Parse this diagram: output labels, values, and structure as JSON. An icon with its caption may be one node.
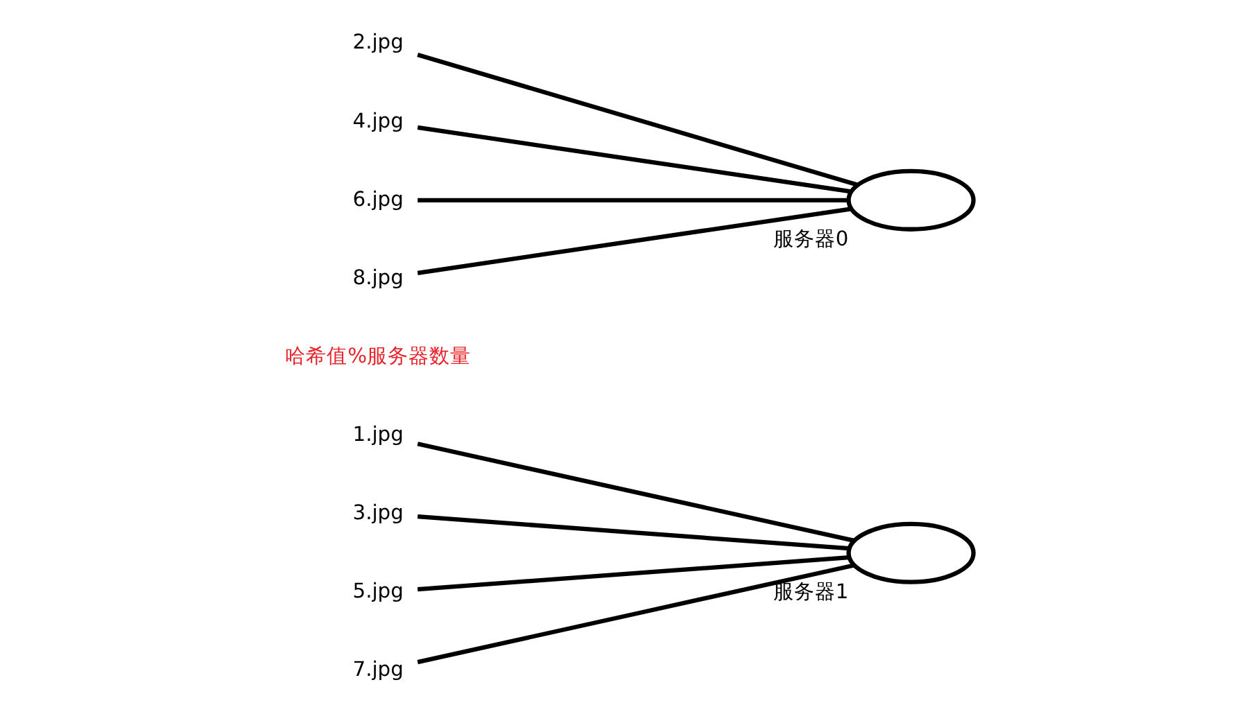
{
  "diagram": {
    "nodes": [
      {
        "text": [
          "1.jpg"
        ]
      },
      {
        "text": [
          "2.jpg"
        ]
      },
      {
        "text": [
          "3.jpg"
        ]
      },
      {
        "text": [
          "4.jpg"
        ]
      },
      {
        "text": [
          "5.jpg"
        ]
      },
      {
        "text": [
          "6.jpg"
        ]
      },
      {
        "text": [
          "7.jpg"
        ]
      },
      {
        "text": [
          "8.jpg"
        ]
      },
      {
        "text": [
          "服务器0"
        ]
      },
      {
        "text": [
          "服务器1"
        ]
      }
    ],
    "edges": [
      {
        "from": 0,
        "to": 9,
        "arrow": "none"
      },
      {
        "from": 1,
        "to": 8,
        "arrow": "none"
      },
      {
        "from": 2,
        "to": 9,
        "arrow": "none"
      },
      {
        "from": 3,
        "to": 8,
        "arrow": "none"
      },
      {
        "from": 4,
        "to": 9,
        "arrow": "none"
      },
      {
        "from": 5,
        "to": 8,
        "arrow": "none"
      },
      {
        "from": 6,
        "to": 9,
        "arrow": "none"
      },
      {
        "from": 7,
        "to": 8,
        "arrow": "none"
      }
    ],
    "labels": [
      "哈希值%服务器数量"
    ]
  }
}
